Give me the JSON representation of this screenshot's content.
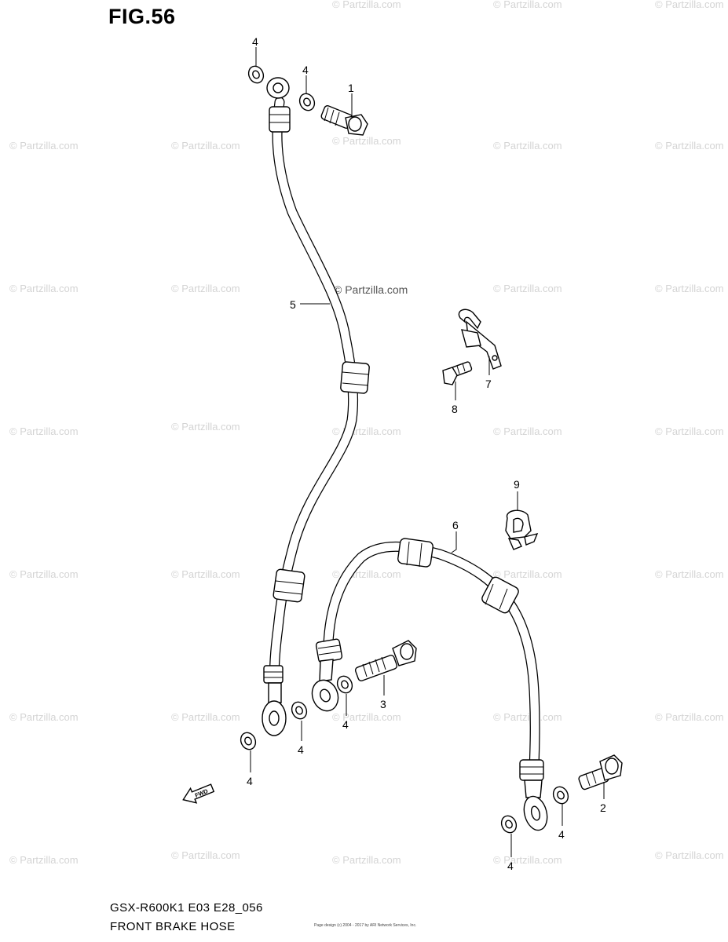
{
  "figure": {
    "title": "FIG.56",
    "model_code": "GSX-R600K1 E03 E28_056",
    "section_title": "FRONT BRAKE  HOSE",
    "small_print": "Page design (c) 2004 - 2017 by ARI Network Services, Inc."
  },
  "watermark": {
    "repeat_text": "© Partzilla.com",
    "center_text": "© Partzilla.com"
  },
  "fwd_label": "FWD",
  "callouts": [
    {
      "id": "washer-top-left",
      "label": "4"
    },
    {
      "id": "washer-top-right",
      "label": "4"
    },
    {
      "id": "union-bolt-top",
      "label": "1"
    },
    {
      "id": "upper-hose",
      "label": "5"
    },
    {
      "id": "hose-bracket",
      "label": "7"
    },
    {
      "id": "bracket-bolt",
      "label": "8"
    },
    {
      "id": "hose-clamp",
      "label": "9"
    },
    {
      "id": "lower-hose",
      "label": "6"
    },
    {
      "id": "union-bolt-middle",
      "label": "3"
    },
    {
      "id": "washer-middle-right",
      "label": "4"
    },
    {
      "id": "washer-lower-left-a",
      "label": "4"
    },
    {
      "id": "washer-lower-left-b",
      "label": "4"
    },
    {
      "id": "union-bolt-right",
      "label": "2"
    },
    {
      "id": "washer-lower-right-a",
      "label": "4"
    },
    {
      "id": "washer-lower-right-b",
      "label": "4"
    }
  ]
}
